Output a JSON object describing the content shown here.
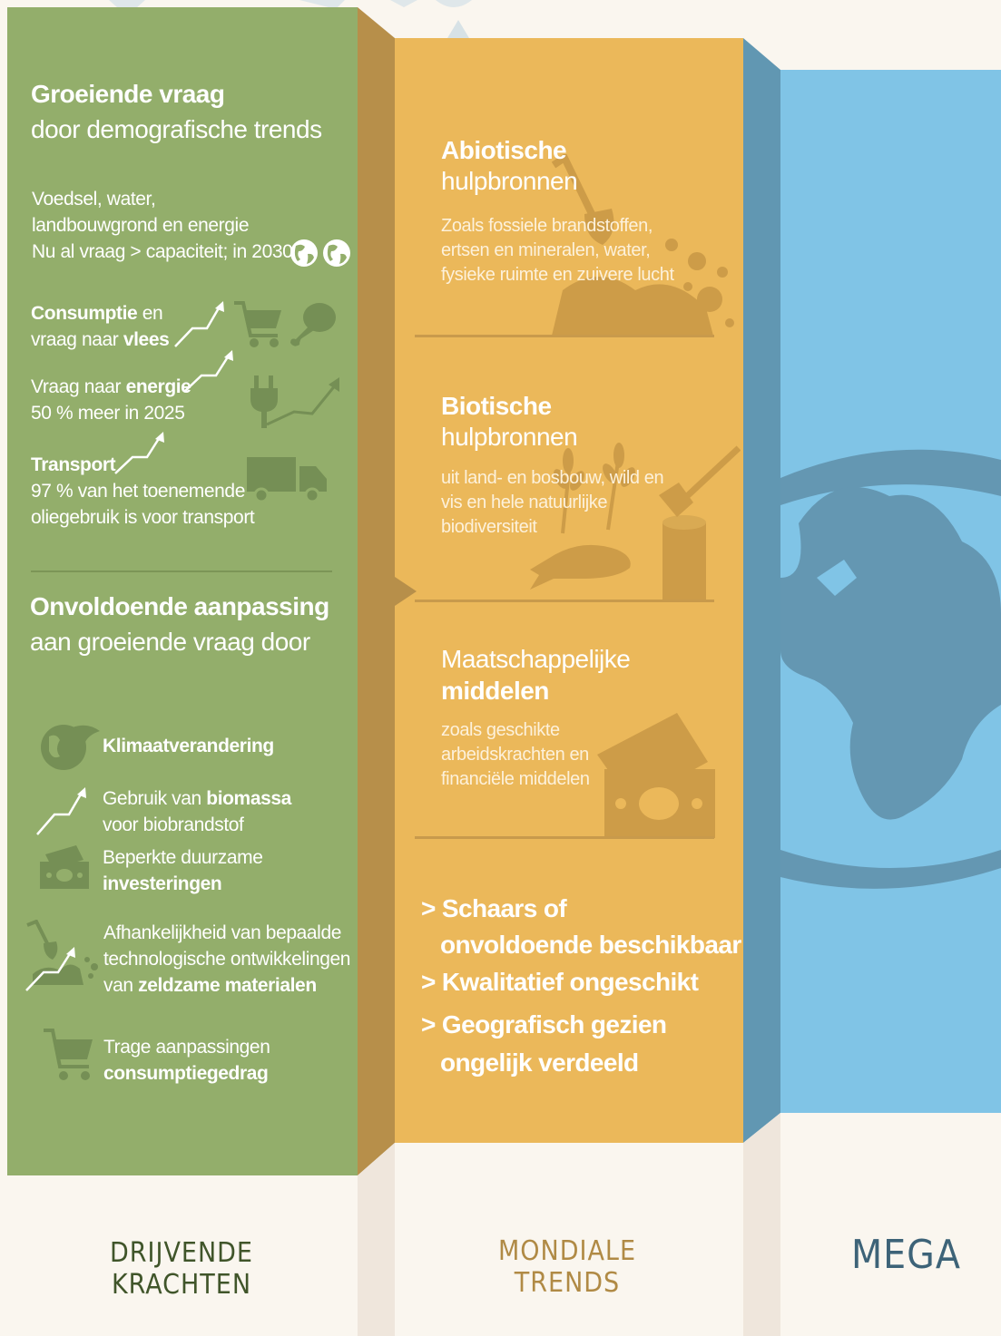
{
  "green": {
    "growing_bold": "Groeiende vraag",
    "growing_sub": "door demografische trends",
    "food_line1": "Voedsel, water,",
    "food_line2": "landbouwgrond en energie",
    "food_line3": "Nu al vraag > capaciteit; in 2030",
    "cons_bold": "Consumptie",
    "cons_rest": " en",
    "cons_line2a": "vraag naar ",
    "cons_line2b": "vlees",
    "energy_a": "Vraag naar ",
    "energy_b": "energie",
    "energy_line2": "50 % meer in 2025",
    "transport_bold": "Transport",
    "transport_line2": "97 % van het toenemende",
    "transport_line3": "oliegebruik is voor transport",
    "insuff_bold": "Onvoldoende aanpassing",
    "insuff_sub": "aan groeiende vraag door",
    "climate": "Klimaatverandering",
    "biomass_a": "Gebruik van ",
    "biomass_b": "biomassa",
    "biomass_line2": "voor biobrandstof",
    "invest_line1": "Beperkte duurzame",
    "invest_line2": "investeringen",
    "tech_line1": "Afhankelijkheid van bepaalde",
    "tech_line2": "technologische ontwikkelingen",
    "tech_line3a": "van ",
    "tech_line3b": "zeldzame materialen",
    "slow_line1": "Trage aanpassingen",
    "slow_line2": "consumptiegedrag"
  },
  "orange": {
    "abiotic_bold": "Abiotische",
    "abiotic_sub": "hulpbronnen",
    "abiotic_p1": "Zoals fossiele brandstoffen,",
    "abiotic_p2": "ertsen en mineralen, water,",
    "abiotic_p3": "fysieke ruimte en zuivere lucht",
    "biotic_bold": "Biotische",
    "biotic_sub": "hulpbronnen",
    "biotic_p1": "uit land- en bosbouw, wild en",
    "biotic_p2": "vis en hele natuurlijke",
    "biotic_p3": "biodiversiteit",
    "social_light": "Maatschappelijke",
    "social_bold": "middelen",
    "social_p1": "zoals geschikte",
    "social_p2": "arbeidskrachten en",
    "social_p3": "financiële middelen",
    "bullets": [
      "> Schaars of",
      "onvoldoende beschikbaar",
      "> Kwalitatief ongeschikt",
      "> Geografisch gezien",
      "ongelijk verdeeld"
    ]
  },
  "labels": {
    "drivers_1": "DRIJVENDE",
    "drivers_2": "KRACHTEN",
    "global_1": "MONDIALE",
    "global_2": "TRENDS",
    "mega": "MEGA"
  },
  "colors": {
    "green": "#93ae6b",
    "orange": "#ebb85a",
    "blue": "#80c4e6",
    "label_green": "#40552a",
    "label_orange": "#b08a45",
    "label_blue": "#3d6378"
  },
  "icons": [
    "globe-icon",
    "cart-icon",
    "chicken-leg-icon",
    "plug-icon",
    "truck-icon",
    "trend-arrow-icon",
    "shovel-icon",
    "wheat-icon",
    "fish-icon",
    "axe-stump-icon",
    "money-icon",
    "earth-icon"
  ]
}
